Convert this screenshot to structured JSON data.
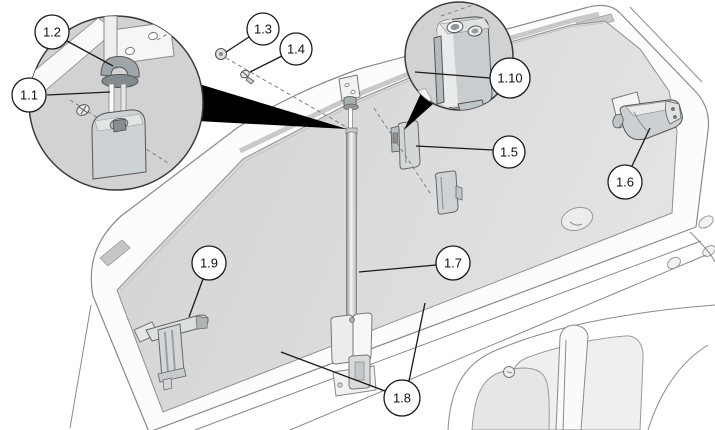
{
  "callouts": [
    {
      "label": "1.1"
    },
    {
      "label": "1.2"
    },
    {
      "label": "1.3"
    },
    {
      "label": "1.4"
    },
    {
      "label": "1.5"
    },
    {
      "label": "1.6"
    },
    {
      "label": "1.7"
    },
    {
      "label": "1.8"
    },
    {
      "label": "1.9"
    },
    {
      "label": "1.10"
    }
  ],
  "colors": {
    "background": "#ffffff",
    "glass_panel": "#dadada",
    "frame_fill": "#fcfcfc",
    "frame_outline": "#8a8a8a",
    "detail_circle_fill": "#d2d2d2",
    "pointer_wedge": "#000000",
    "leader_line": "#1a1a1a",
    "part_fill": "#cfd3d5"
  }
}
